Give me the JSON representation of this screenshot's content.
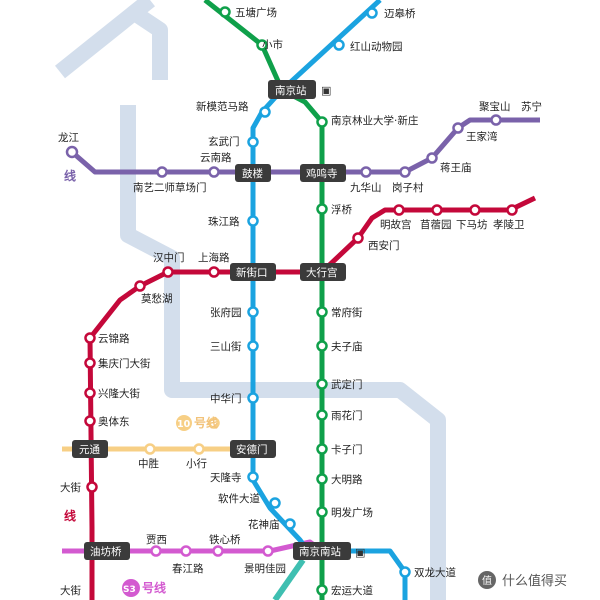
{
  "colors": {
    "line1": "#1ba3e0",
    "line2": "#c4083a",
    "line3": "#0fa04a",
    "line4": "#7a62aa",
    "line10": "#f7cf85",
    "lineS3": "#d35ad0",
    "lineS1": "#3fbfb1",
    "background_lines": "#d3deec",
    "interchange": "#3b3b3b"
  },
  "interchanges": {
    "nanjing_station": "南京站",
    "gulou": "鼓楼",
    "jimingsi": "鸡鸣寺",
    "xinjiekou": "新街口",
    "daxinggong": "大行宫",
    "yuantong": "元通",
    "andemen": "安德门",
    "youfangqiao": "油坊桥",
    "nanjing_south": "南京南站"
  },
  "stations": {
    "wutang": "五塘广场",
    "xiaoshi": "小市",
    "maigaoqiao": "迈皋桥",
    "hongshan": "红山动物园",
    "xinmofan": "新模范马路",
    "linye": "南京林业大学·新庄",
    "xuanwumen": "玄武门",
    "yunnanlu": "云南路",
    "longjiang": "龙江",
    "nanyi": "南艺二师草场门",
    "jiuhuashan": "九华山",
    "gangzicun": "岗子村",
    "jiangwangmiao": "蒋王庙",
    "wangjiawan": "王家湾",
    "jubaoshan": "聚宝山",
    "suning": "苏宁",
    "zhujianglu": "珠江路",
    "fuqiao": "浮桥",
    "minggugong": "明故宫",
    "muxuyuan": "苜蓿园",
    "xiamafang": "下马坊",
    "xiaolingwei": "孝陵卫",
    "xianmen": "西安门",
    "hanzhongmen": "汉中门",
    "shanghailu": "上海路",
    "mochouhu": "莫愁湖",
    "zhangfuyuan": "张府园",
    "changfujie": "常府街",
    "yunjinlu": "云锦路",
    "sanshanjie": "三山街",
    "fuzimiao": "夫子庙",
    "jiqingmen": "集庆门大街",
    "xinglong": "兴隆大街",
    "wuding": "武定门",
    "aotidong": "奥体东",
    "zhonghuamen": "中华门",
    "yuhuamen": "雨花门",
    "zhongsheng": "中胜",
    "xiaohang": "小行",
    "kazimen": "卡子门",
    "tianlongsi": "天隆寺",
    "daminglu": "大明路",
    "xxjie": "大街",
    "ruanjian": "软件大道",
    "mingfa": "明发广场",
    "huashenmiao": "花神庙",
    "jiaxi": "贾西",
    "tiexinqiao": "铁心桥",
    "chunjianglu": "春江路",
    "jingmingjiayuan": "景明佳园",
    "hongyun": "宏运大道",
    "shuanglong": "双龙大道",
    "xjie2": "大街"
  },
  "line_labels": {
    "line10": "号线",
    "line10_num": "10",
    "lineS3": "号线",
    "lineS3_num": "S3",
    "line4_tail": "线",
    "line2_tail": "线"
  },
  "watermark": "什么值得买"
}
